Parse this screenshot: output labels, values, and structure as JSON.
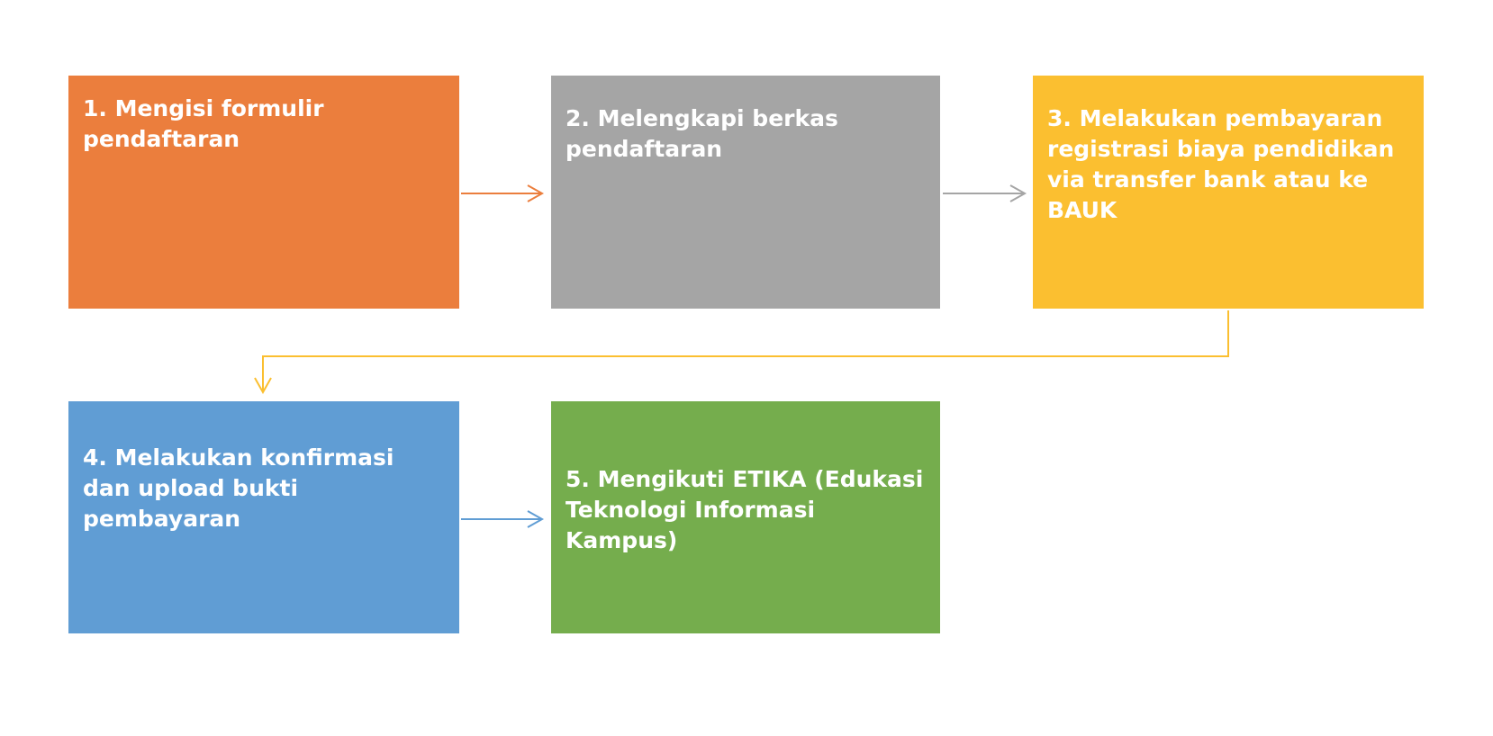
{
  "steps": [
    {
      "label": "1. Mengisi formulir pendaftaran",
      "color": "#EB7E3D"
    },
    {
      "label": "2. Melengkapi berkas pendaftaran",
      "color": "#A5A5A5"
    },
    {
      "label": "3. Melakukan pembayaran registrasi biaya pendidikan via transfer bank atau ke BAUK",
      "color": "#FBBF30"
    },
    {
      "label": "4. Melakukan konfirmasi dan upload bukti pembayaran",
      "color": "#609DD4"
    },
    {
      "label": "5. Mengikuti ETIKA (Edukasi Teknologi  Informasi Kampus)",
      "color": "#75AD4D"
    }
  ],
  "connectors": [
    {
      "from": 1,
      "to": 2,
      "color": "#EB7E3D"
    },
    {
      "from": 2,
      "to": 3,
      "color": "#A5A5A5"
    },
    {
      "from": 3,
      "to": 4,
      "color": "#FBBF30"
    },
    {
      "from": 4,
      "to": 5,
      "color": "#609DD4"
    }
  ]
}
